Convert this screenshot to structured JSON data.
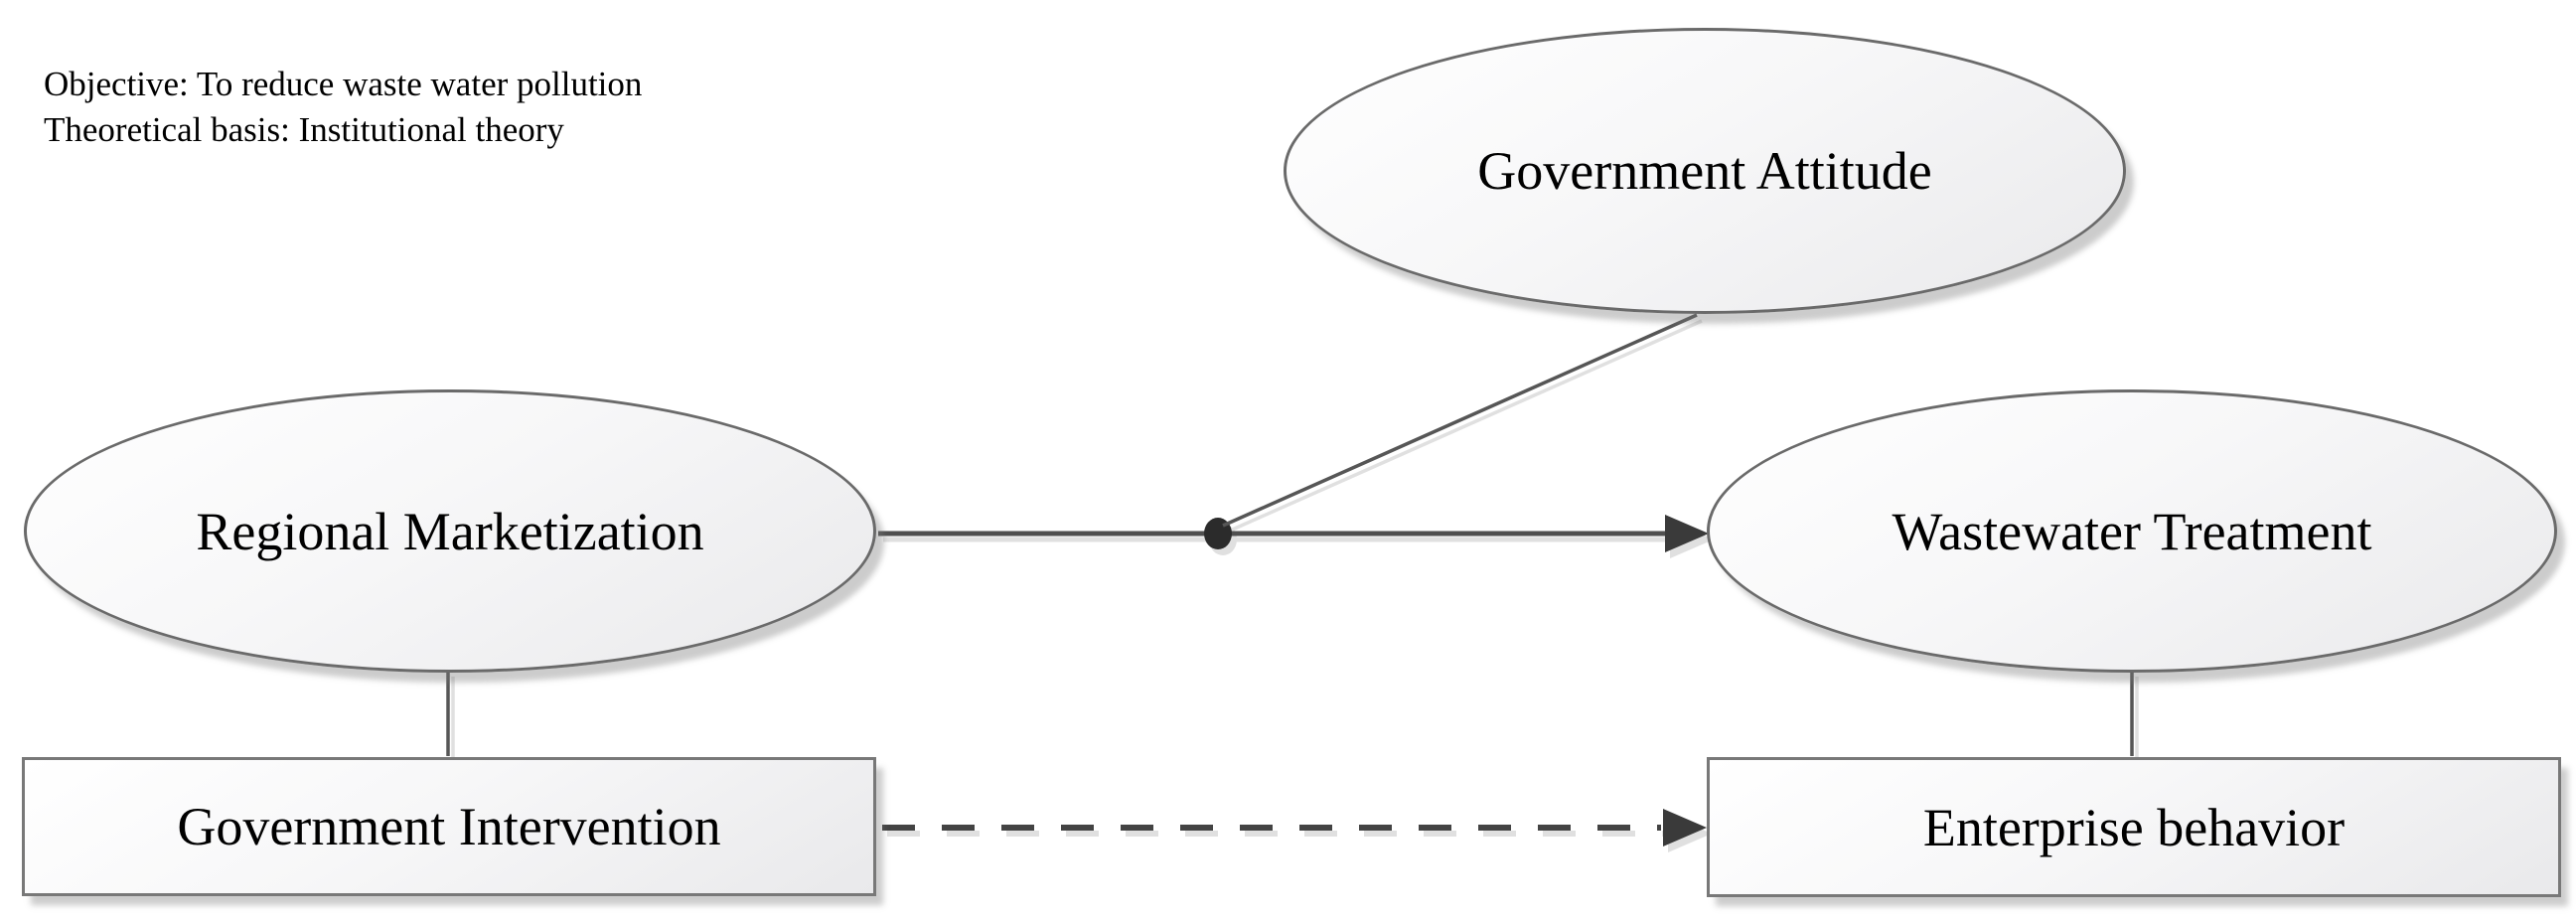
{
  "annotation": {
    "objective": "Objective: To reduce waste water pollution",
    "theoretical_basis": "Theoretical basis: Institutional theory"
  },
  "nodes": {
    "government_attitude": {
      "label": "Government Attitude",
      "shape": "ellipse"
    },
    "regional_marketization": {
      "label": "Regional Marketization",
      "shape": "ellipse"
    },
    "wastewater_treatment": {
      "label": "Wastewater Treatment",
      "shape": "ellipse"
    },
    "government_intervention": {
      "label": "Government Intervention",
      "shape": "rectangle"
    },
    "enterprise_behavior": {
      "label": "Enterprise behavior",
      "shape": "rectangle"
    }
  },
  "edges": [
    {
      "from": "regional_marketization",
      "to": "wastewater_treatment",
      "style": "solid",
      "arrow": true
    },
    {
      "from": "government_attitude",
      "to": "moderation_dot_on_regional_to_wastewater_arrow",
      "style": "solid",
      "arrow": false
    },
    {
      "from": "regional_marketization",
      "to": "government_intervention",
      "style": "solid",
      "arrow": false
    },
    {
      "from": "wastewater_treatment",
      "to": "enterprise_behavior",
      "style": "solid",
      "arrow": false
    },
    {
      "from": "government_intervention",
      "to": "enterprise_behavior",
      "style": "dashed",
      "arrow": true
    }
  ],
  "colors": {
    "background": "#ffffff",
    "node_fill_top": "#ffffff",
    "node_fill_bottom": "#e9e9eb",
    "node_border": "#6a6a6a",
    "line": "#4f4f4f",
    "arrowhead": "#3a3a3a",
    "text": "#000000"
  }
}
